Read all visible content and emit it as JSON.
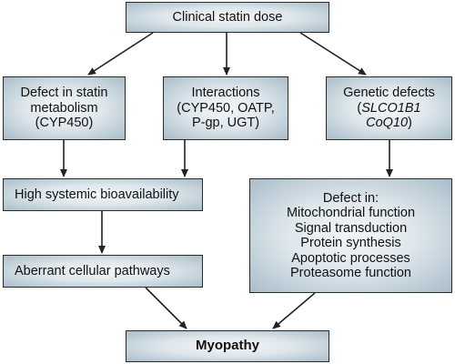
{
  "nodes": {
    "dose": {
      "lines": [
        "Clinical statin dose"
      ]
    },
    "metabolism": {
      "lines": [
        "Defect in statin",
        "metabolism",
        "(CYP450)"
      ]
    },
    "interactions": {
      "lines": [
        "Interactions",
        "(CYP450, OATP,",
        "P-gp, UGT)"
      ]
    },
    "genetic": {
      "line1": "Genetic defects",
      "line2_italic": "SLCO1B1",
      "line3_italic": "CoQ10",
      "line3_close": ")",
      "line2_open": "("
    },
    "bioavail": {
      "lines": [
        "High systemic bioavailability"
      ]
    },
    "defect": {
      "lines": [
        "Defect in:",
        "Mitochondrial function",
        "Signal transduction",
        "Protein synthesis",
        "Apoptotic processes",
        "Proteasome function"
      ]
    },
    "aberrant": {
      "lines": [
        "Aberrant cellular pathways"
      ]
    },
    "myopathy": {
      "lines": [
        "Myopathy"
      ]
    }
  },
  "colors": {
    "border": "#2a2a2a",
    "box_light": "#f3f6f8",
    "box_dark": "#a9bdc9",
    "arrow": "#222222"
  }
}
